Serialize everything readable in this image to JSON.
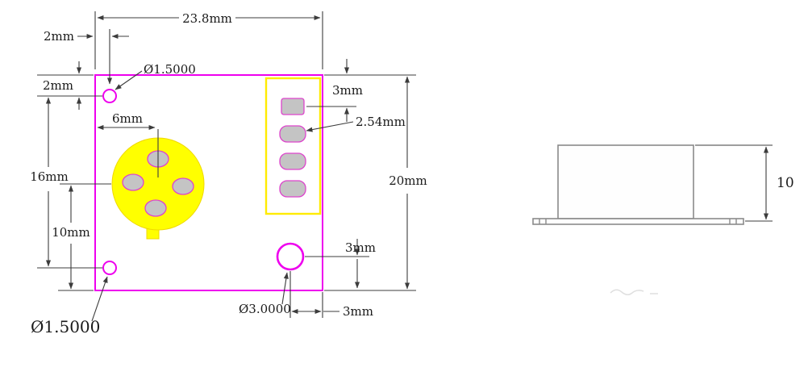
{
  "colors": {
    "board_outline": "#ee00ee",
    "connector_outline": "#ffeb00",
    "sensor_fill": "#ffff00",
    "pad_fill": "#c4c4c4",
    "pad_outline": "#dd44cc",
    "dimension": "#3c3c3c",
    "side_outline": "#8a8a8a"
  },
  "front": {
    "labels": {
      "width": "23.8mm",
      "hole_dx": "2mm",
      "hole_dy": "2mm",
      "sensor_dx": "6mm",
      "holes_spacing": "16mm",
      "sensor_dy": "10mm",
      "height": "20mm",
      "pad_top": "3mm",
      "pad_pitch": "2.54mm",
      "hole_large_dy": "3mm",
      "hole_large_dx": "3mm",
      "hole_small_top": "Ø1.5000",
      "hole_small_bottom": "Ø1.5000",
      "hole_large": "Ø3.0000"
    }
  },
  "side": {
    "labels": {
      "height": "10"
    }
  }
}
